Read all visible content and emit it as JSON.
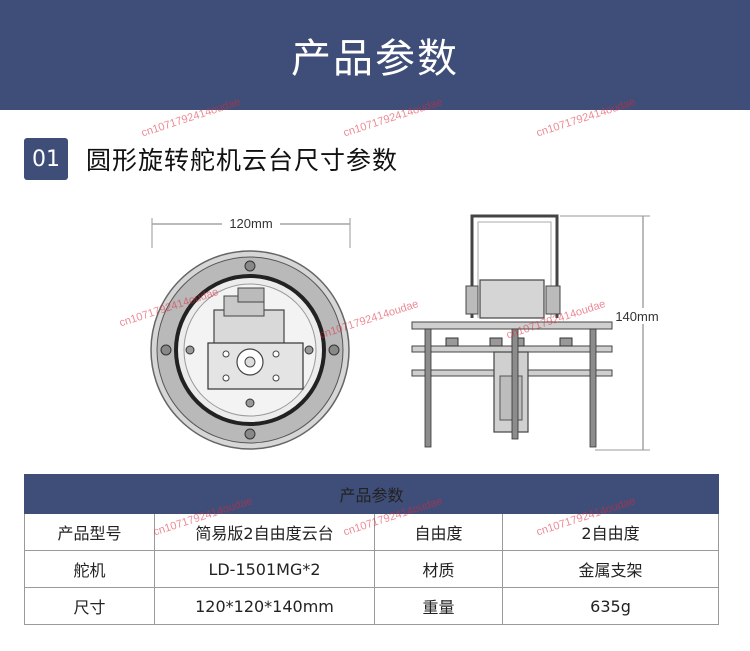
{
  "header": {
    "title": "产品参数"
  },
  "section": {
    "number": "01",
    "title": "圆形旋转舵机云台尺寸参数"
  },
  "diagram": {
    "width_label": "120mm",
    "height_label": "140mm"
  },
  "table": {
    "title": "产品参数",
    "rows": [
      {
        "label1": "产品型号",
        "value1": "简易版2自由度云台",
        "label2": "自由度",
        "value2": "2自由度"
      },
      {
        "label1": "舵机",
        "value1": "LD-1501MG*2",
        "label2": "材质",
        "value2": "金属支架"
      },
      {
        "label1": "尺寸",
        "value1": "120*120*140mm",
        "label2": "重量",
        "value2": "635g"
      }
    ]
  },
  "watermark": "cn1071792414oudae",
  "colors": {
    "brand": "#3f4e78",
    "watermark": "#dc283c"
  }
}
